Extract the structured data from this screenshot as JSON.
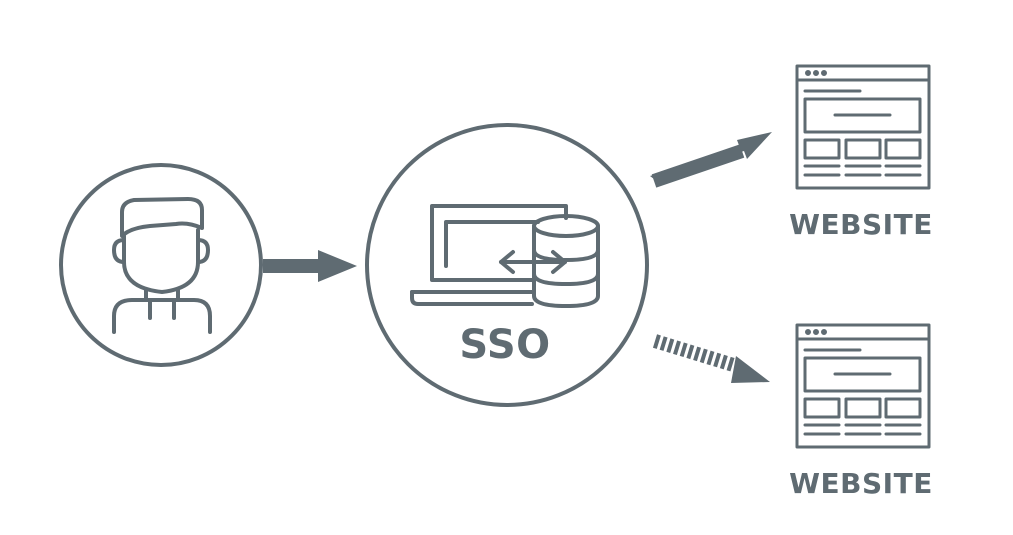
{
  "colors": {
    "stroke": "#5f6b72",
    "background": "#ffffff"
  },
  "nodes": {
    "user": {
      "icon": "user-avatar-icon"
    },
    "sso": {
      "label": "SSO",
      "icons": [
        "laptop-icon",
        "database-icon",
        "bidirectional-arrow-icon"
      ]
    },
    "websites": [
      {
        "label": "WEBSITE",
        "icon": "browser-window-icon"
      },
      {
        "label": "WEBSITE",
        "icon": "browser-window-icon"
      }
    ]
  },
  "edges": [
    {
      "from": "user",
      "to": "sso",
      "style": "solid"
    },
    {
      "from": "sso",
      "to": "website-1",
      "style": "solid"
    },
    {
      "from": "sso",
      "to": "website-2",
      "style": "dashed"
    }
  ]
}
